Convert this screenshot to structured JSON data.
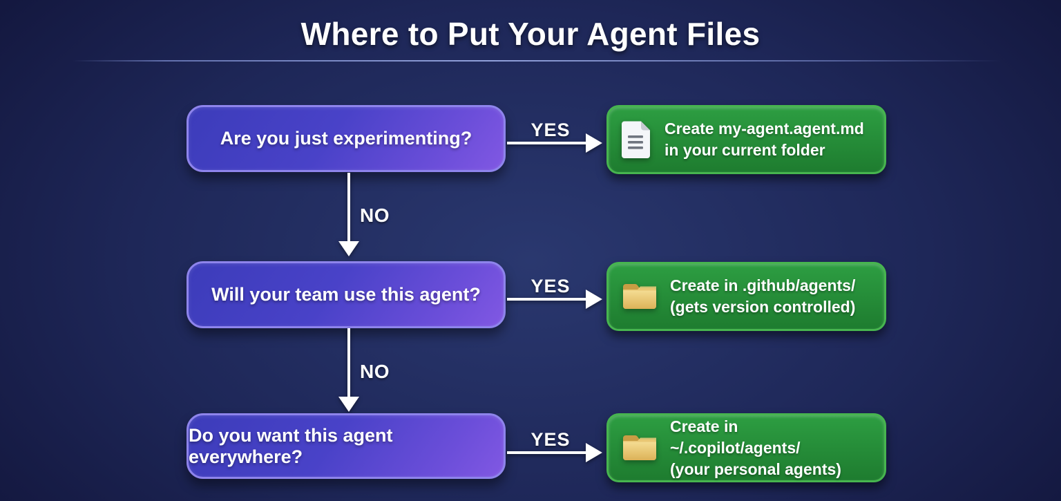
{
  "title": "Where to Put Your Agent Files",
  "colors": {
    "background_center": "#2a386f",
    "background_edge": "#0f1134",
    "question_box_gradient_start": "#3c3cba",
    "question_box_gradient_end": "#8158e3",
    "question_box_border": "#8e84ec",
    "result_box_gradient_start": "#2d9e42",
    "result_box_gradient_end": "#1e7c2f",
    "result_box_border": "#47b54f",
    "arrow_color": "#ffffff",
    "text_color": "#ffffff",
    "folder_icon_color": "#e9c566",
    "document_icon_color": "#f4f6f9"
  },
  "flow": {
    "rows": [
      {
        "question": "Are you just experimenting?",
        "branch_label": "YES",
        "next_label": "NO",
        "result": {
          "icon": "document-icon",
          "line1": "Create my-agent.agent.md",
          "line2": "in your current folder"
        }
      },
      {
        "question": "Will your team use this agent?",
        "branch_label": "YES",
        "next_label": "NO",
        "result": {
          "icon": "folder-icon",
          "line1": "Create in .github/agents/",
          "line2": "(gets version controlled)"
        }
      },
      {
        "question": "Do you want this agent everywhere?",
        "branch_label": "YES",
        "result": {
          "icon": "folder-icon",
          "line1": "Create in ~/.copilot/agents/",
          "line2": "(your personal agents)"
        }
      }
    ]
  }
}
